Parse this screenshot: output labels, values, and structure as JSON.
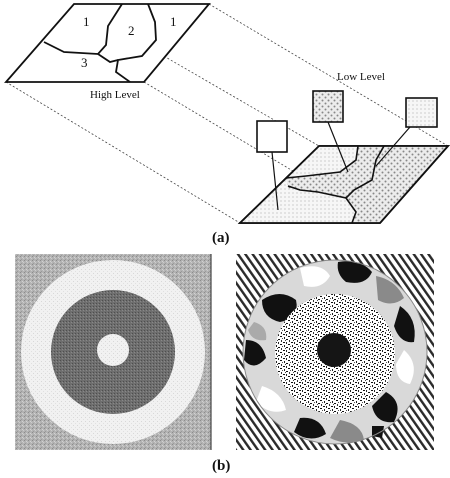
{
  "panel_a": {
    "caption": "(a)",
    "regions": [
      "1",
      "2",
      "1",
      "3"
    ],
    "high_level_label": "High Level",
    "low_level_label": "Low Level"
  },
  "panel_b": {
    "caption": "(b)"
  }
}
